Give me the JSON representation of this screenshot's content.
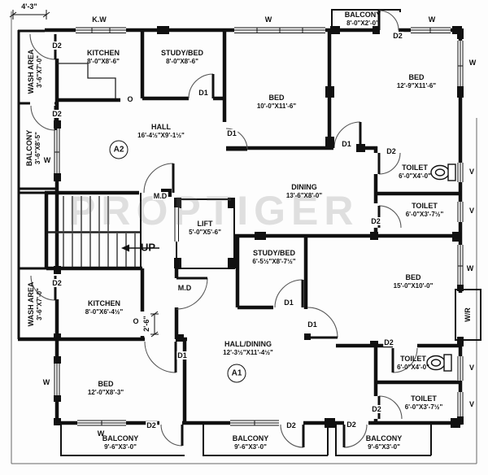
{
  "watermark": "PROPTIGER",
  "units": {
    "a1": "A1",
    "a2": "A2"
  },
  "dims": {
    "top_left": "4'-3\"",
    "passage": "2'-6\""
  },
  "labels": {
    "d1": "D1",
    "d2": "D2",
    "md": "M.D",
    "w": "W",
    "kw": "K.W",
    "v": "V",
    "o": "O",
    "up": "UP",
    "wr": "W/R"
  },
  "rooms": {
    "wash_top": {
      "name": "WASH AREA",
      "size": "3'-6\"X7'-0\""
    },
    "kitchen_top": {
      "name": "KITCHEN",
      "size": "8'-0\"X8'-6\""
    },
    "study_top": {
      "name": "STUDY/BED",
      "size": "8'-0\"X8'-6\""
    },
    "bed_top": {
      "name": "BED",
      "size": "10'-0\"X11'-6\""
    },
    "balcony_top": {
      "name": "BALCONY",
      "size": "8'-0\"X2'-0\""
    },
    "bed_right_top": {
      "name": "BED",
      "size": "12'-9\"X11'-6\""
    },
    "balcony_left": {
      "name": "BALCONY",
      "size": "3'-6\"X8'-5\""
    },
    "hall": {
      "name": "HALL",
      "size": "16'-4½\"X9'-1½\""
    },
    "dining": {
      "name": "DINING",
      "size": "13'-6\"X8'-0\""
    },
    "toilet_r1": {
      "name": "TOILET",
      "size": "6'-0\"X4'-0\""
    },
    "toilet_r2": {
      "name": "TOILET",
      "size": "6'-0\"X3'-7½\""
    },
    "lift": {
      "name": "LIFT",
      "size": "5'-0\"X5'-6\""
    },
    "study_mid": {
      "name": "STUDY/BED",
      "size": "6'-5½\"X8'-7½\""
    },
    "bed_big": {
      "name": "BED",
      "size": "15'-0\"X10'-0\""
    },
    "wash_bottom": {
      "name": "WASH AREA",
      "size": "3'-6\"X7'-0\""
    },
    "kitchen_bottom": {
      "name": "KITCHEN",
      "size": "8'-0\"X6'-4½\""
    },
    "hall_dining": {
      "name": "HALL/DINING",
      "size": "12'-3½\"X11'-4½\""
    },
    "bed_bottom": {
      "name": "BED",
      "size": "12'-0\"X8'-3\""
    },
    "toilet_b1": {
      "name": "TOILET",
      "size": "6'-0\"X4'-0\""
    },
    "toilet_b2": {
      "name": "TOILET",
      "size": "6'-0\"X3'-7½\""
    },
    "balcony_b1": {
      "name": "BALCONY",
      "size": "9'-6\"X3'-0\""
    },
    "balcony_b2": {
      "name": "BALCONY",
      "size": "9'-6\"X3'-0\""
    },
    "balcony_b3": {
      "name": "BALCONY",
      "size": "9'-6\"X3'-0\""
    }
  }
}
